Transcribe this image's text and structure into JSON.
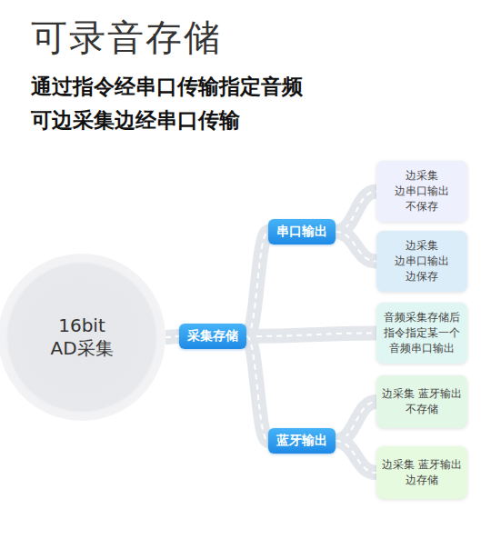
{
  "diagram": {
    "title": "可录音存储",
    "nodes": [
      {
        "text": [
          "16bit AD采集"
        ]
      },
      {
        "text": [
          "采集存储"
        ]
      },
      {
        "text": [
          "串口输出"
        ]
      },
      {
        "text": [
          "边采集 边串口输出 不保存"
        ]
      },
      {
        "text": [
          "边采集 边串口输出 边保存"
        ]
      },
      {
        "text": [
          "音频采集存储后 指令指定某一个 音频串口输出"
        ]
      },
      {
        "text": [
          "蓝牙输出"
        ]
      },
      {
        "text": [
          "边采集 蓝牙输出 不存储"
        ]
      },
      {
        "text": [
          "边采集 蓝牙输出 边存储"
        ]
      }
    ],
    "edges": [
      {
        "from": 0,
        "to": 1,
        "arrow": "none"
      },
      {
        "from": 1,
        "to": 2,
        "arrow": "none"
      },
      {
        "from": 2,
        "to": 3,
        "arrow": "none"
      },
      {
        "from": 2,
        "to": 4,
        "arrow": "none"
      },
      {
        "from": 1,
        "to": 5,
        "arrow": "none"
      },
      {
        "from": 1,
        "to": 6,
        "arrow": "none"
      },
      {
        "from": 6,
        "to": 7,
        "arrow": "none"
      },
      {
        "from": 6,
        "to": 8,
        "arrow": "none"
      }
    ],
    "labels": [
      "通过指令经串口传输指定音频",
      "可边采集边经串口传输"
    ]
  }
}
